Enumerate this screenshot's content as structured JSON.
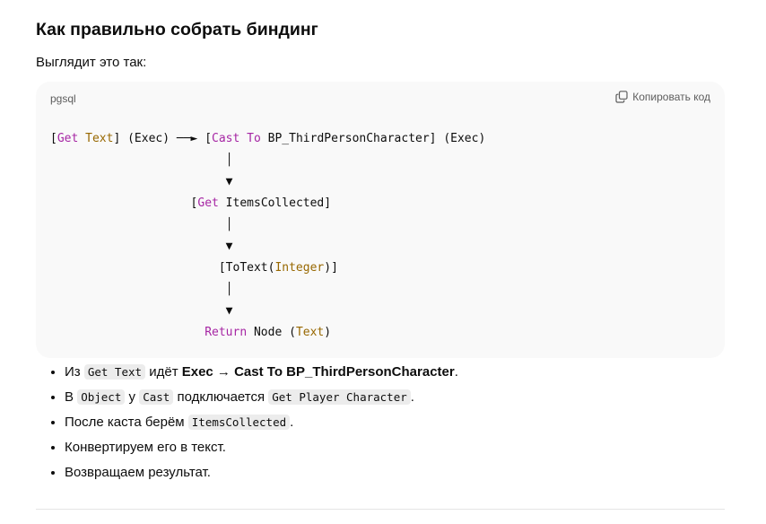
{
  "heading": "Как правильно собрать биндинг",
  "intro": "Выглядит это так:",
  "code_block": {
    "language": "pgsql",
    "copy_label": "Копировать код",
    "lines": {
      "l1": {
        "a": "[",
        "b": "Get",
        "c": " ",
        "d": "Text",
        "e": "] (Exec) ──► [",
        "f": "Cast",
        "g": " ",
        "h": "To",
        "i": " BP_ThirdPersonCharacter] (Exec)"
      },
      "l2": "                         │",
      "l3": "                         ▼",
      "l4": {
        "a": "                    [",
        "b": "Get",
        "c": " ItemsCollected]"
      },
      "l5": "                         │",
      "l6": "                         ▼",
      "l7": {
        "a": "                        [ToText(",
        "b": "Integer",
        "c": ")]"
      },
      "l8": "                         │",
      "l9": "                         ▼",
      "l10": {
        "a": "                      ",
        "b": "Return",
        "c": " Node (",
        "d": "Text",
        "e": ")"
      }
    }
  },
  "bullets": {
    "b1": {
      "t1": "Из ",
      "code1": "Get Text",
      "t2": " идёт ",
      "bold": "Exec → Cast To BP_ThirdPersonCharacter",
      "t3": "."
    },
    "b2": {
      "t1": "В ",
      "code1": "Object",
      "t2": " у ",
      "code2": "Cast",
      "t3": " подключается ",
      "code3": "Get Player Character",
      "t4": "."
    },
    "b3": {
      "t1": "После каста берём ",
      "code1": "ItemsCollected",
      "t2": "."
    },
    "b4": {
      "t1": "Конвертируем его в текст."
    },
    "b5": {
      "t1": "Возвращаем результат."
    }
  },
  "icons": {
    "copy": "copy-icon"
  },
  "colors": {
    "keyword": "#a626a4",
    "type": "#986801",
    "code_bg": "#f9f9f9",
    "inline_code_bg": "#ececec"
  }
}
